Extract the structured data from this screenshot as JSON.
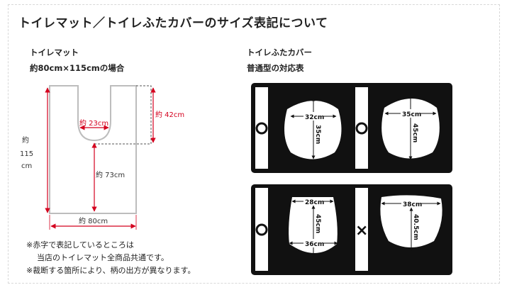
{
  "title": "トイレマット／トイレふたカバーのサイズ表記について",
  "mat": {
    "heading": "トイレマット",
    "size": "約80cm×115cmの場合",
    "labels": {
      "height_prefix": "約",
      "height_value": "115",
      "height_unit": "cm",
      "notch_width": "約 23cm",
      "right_depth": "約 42cm",
      "center_depth": "約 73cm",
      "bottom_width": "約 80cm"
    },
    "notes": [
      "※赤字で表記しているところは",
      "当店のトイレマット全商品共通です。",
      "※裁断する箇所により、柄の出方が異なります。"
    ]
  },
  "cover": {
    "heading": "トイレふたカバー",
    "subheading": "普通型の対応表",
    "panels": [
      {
        "width": "32cm",
        "length": "35cm"
      },
      {
        "width": "35cm",
        "length": "45cm"
      },
      {
        "top": "28cm",
        "length": "45cm",
        "bottom": "36cm"
      },
      {
        "mark": "×"
      },
      {
        "width": "38cm",
        "length": "40.5cm"
      }
    ]
  },
  "colors": {
    "red": "#d4001e",
    "mat_border": "#bdbdbd",
    "panel_black": "#111111"
  }
}
